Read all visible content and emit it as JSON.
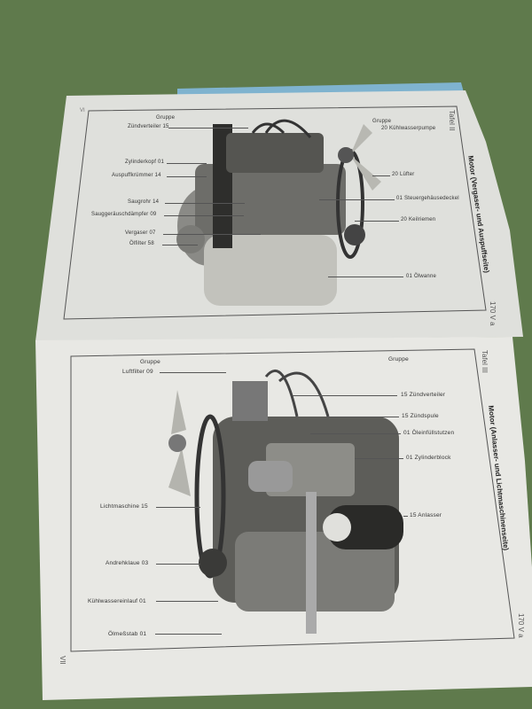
{
  "top_page": {
    "page_number": "VI",
    "group_header_left": "Gruppe",
    "group_header_right": "Gruppe",
    "plate": "Tafel II",
    "title": "Motor (Vergaser- und Auspuffseite)",
    "model": "170 V a",
    "labels_left": [
      "Zündverteiler 15",
      "Zylinderkopf 01",
      "Auspuffkrümmer 14",
      "Saugrohr 14",
      "Sauggeräuschdämpfer 09",
      "Vergaser 07",
      "Ölfilter 58"
    ],
    "labels_right": [
      "20 Kühlwasserpumpe",
      "20 Lüfter",
      "01 Steuergehäusedeckel",
      "20 Keilriemen",
      "01 Ölwanne"
    ]
  },
  "bottom_page": {
    "page_number": "VII",
    "group_header_left": "Gruppe",
    "group_header_right": "Gruppe",
    "plate": "Tafel III",
    "title": "Motor (Anlasser- und Lichtmaschinenseite)",
    "model": "170 V a",
    "labels_left": [
      "Luftfilter 09",
      "Lichtmaschine 15",
      "Andrehklaue 03",
      "Kühlwassereinlauf 01",
      "Ölmeßstab 01"
    ],
    "labels_right": [
      "15 Zündverteiler",
      "15 Zündspule",
      "01 Öleinfüllstutzen",
      "01 Zylinderblock",
      "15 Anlasser"
    ]
  }
}
